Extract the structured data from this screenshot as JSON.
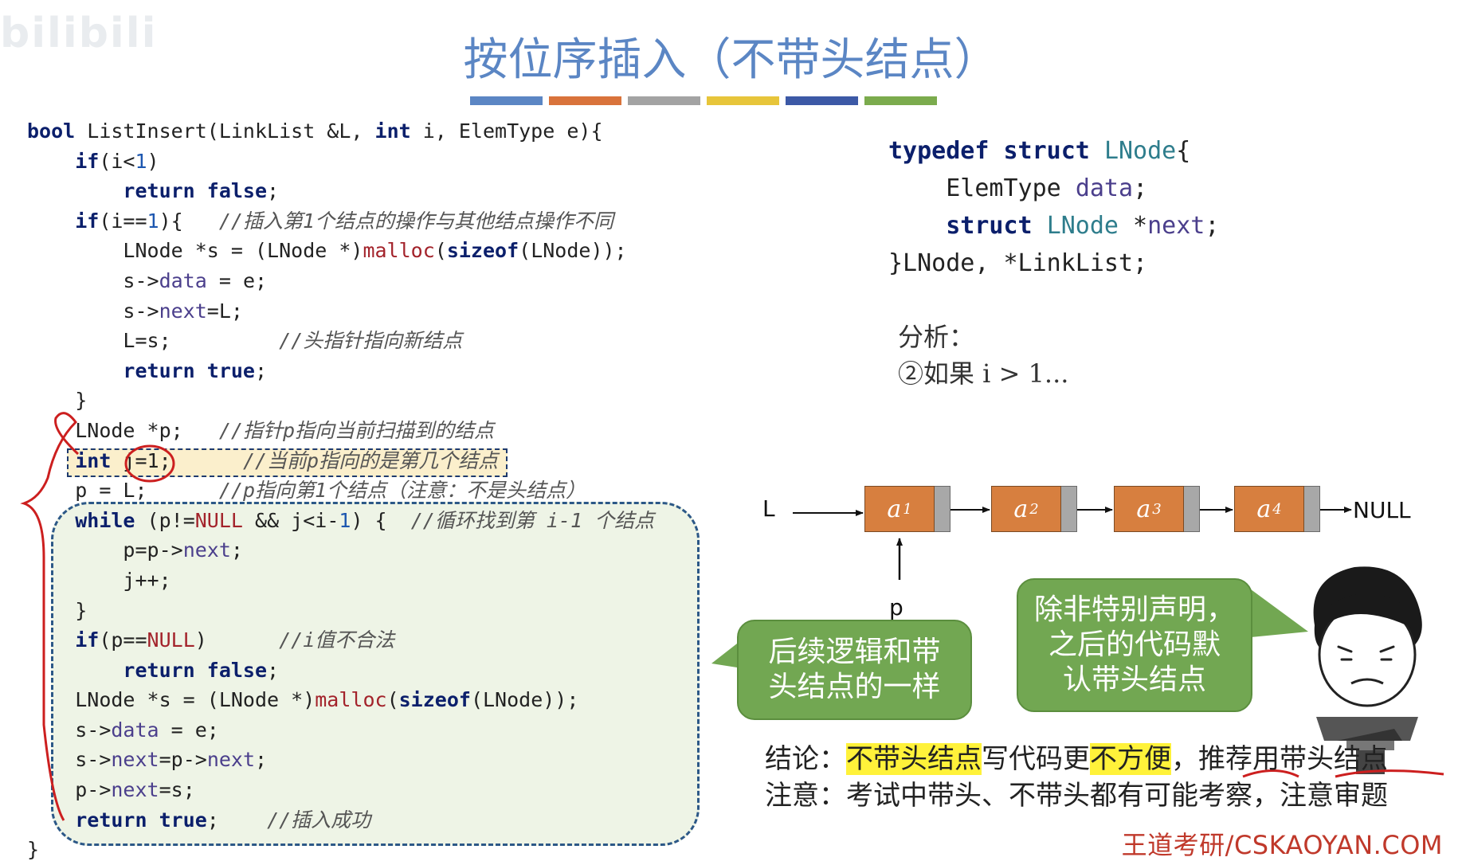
{
  "watermark": "bilibili",
  "title": "按位序插入（不带头结点）",
  "title_bar_colors": [
    "#5b86c4",
    "#d9733b",
    "#a3a3a3",
    "#e7c53a",
    "#3c59a6",
    "#7bab4d"
  ],
  "code": {
    "l1": {
      "kw1": "bool",
      "t1": " ListInsert(LinkList &L, ",
      "kw2": "int",
      "t2": " i, ElemType e){"
    },
    "l2": {
      "kw": "if",
      "t1": "(i<",
      "num": "1",
      "t2": ")"
    },
    "l3": {
      "kw": "return false",
      "t": ";"
    },
    "l4": {
      "kw": "if",
      "t1": "(i==",
      "num": "1",
      "t2": "){   ",
      "cm": "//插入第1个结点的操作与其他结点操作不同"
    },
    "l5": {
      "t1": "LNode *s = (LNode *)",
      "fn": "malloc",
      "t2": "(",
      "kw": "sizeof",
      "t3": "(LNode));"
    },
    "l6": {
      "t1": "s->",
      "mem": "data",
      "t2": " = e;"
    },
    "l7": {
      "t1": "s->",
      "mem": "next",
      "t2": "=L;"
    },
    "l8": {
      "t": "L=s;         ",
      "cm": "//头指针指向新结点"
    },
    "l9": {
      "kw": "return true",
      "t": ";"
    },
    "l10": "}",
    "l11": {
      "t": "LNode *p;   ",
      "cm": "//指针p指向当前扫描到的结点"
    },
    "l12": {
      "kw": "int",
      "t": " j=1;      ",
      "cm": "//当前p指向的是第几个结点"
    },
    "l13": {
      "t": "p = L;      ",
      "cm": "//p指向第1个结点（注意：不是头结点）"
    },
    "l14": {
      "kw": "while",
      "t1": " (p!=",
      "fn": "NULL",
      "t2": " && j<i-",
      "num": "1",
      "t3": ") {  ",
      "cm": "//循环找到第 i-1 个结点"
    },
    "l15": {
      "t1": "p=p->",
      "mem": "next",
      "t2": ";"
    },
    "l16": "j++;",
    "l17": "}",
    "l18": {
      "kw": "if",
      "t1": "(p==",
      "fn": "NULL",
      "t2": ")      ",
      "cm": "//i值不合法"
    },
    "l19": {
      "kw": "return false",
      "t": ";"
    },
    "l20": {
      "t1": "LNode *s = (LNode *)",
      "fn": "malloc",
      "t2": "(",
      "kw": "sizeof",
      "t3": "(LNode));"
    },
    "l21": {
      "t1": "s->",
      "mem": "data",
      "t2": " = e;"
    },
    "l22": {
      "t1": "s->",
      "mem": "next",
      "t2": "=p->",
      "mem2": "next",
      "t3": ";"
    },
    "l23": {
      "t1": "p->",
      "mem": "next",
      "t2": "=s;"
    },
    "l24": {
      "kw": "return true",
      "t": ";    ",
      "cm": "//插入成功"
    },
    "l25": "}"
  },
  "struct": {
    "l1": {
      "kw": "typedef struct",
      "sp": " ",
      "type": "LNode",
      "t": "{"
    },
    "l2": {
      "t1": "ElemType ",
      "mem": "data",
      "t2": ";"
    },
    "l3": {
      "kw": "struct",
      "sp": " ",
      "type": "LNode",
      "t1": " *",
      "mem": "next",
      "t2": ";"
    },
    "l4": "}LNode, *LinkList;"
  },
  "analysis": {
    "line1": "分析：",
    "line2": "②如果 i > 1..."
  },
  "linked_list": {
    "head_label": "L",
    "pointer_label": "p",
    "null_label": "NULL",
    "nodes": [
      {
        "name": "a",
        "sub": "1"
      },
      {
        "name": "a",
        "sub": "2"
      },
      {
        "name": "a",
        "sub": "3"
      },
      {
        "name": "a",
        "sub": "4"
      }
    ]
  },
  "bubble1": {
    "line1": "后续逻辑和带",
    "line2": "头结点的一样"
  },
  "bubble2": {
    "line1": "除非特别声明，",
    "line2": "之后的代码默",
    "line3": "认带头结点"
  },
  "conclusion": {
    "label1": "结论：",
    "hl1": "不带头结点",
    "t1": "写代码更",
    "hl2": "不方便",
    "t2": "，",
    "u1": "推荐",
    "t3": "用",
    "u2": "带头结点",
    "label2": "注意：",
    "t4": "考试中带头、不带头都有可能考察，注意审题"
  },
  "footer": "王道考研/CSKAOYAN.COM",
  "colors": {
    "node_fill": "#d77f3f",
    "bubble": "#72a752",
    "title": "#5b86c4",
    "annotation": "#cc1f1f",
    "box_border": "#2c5887"
  }
}
